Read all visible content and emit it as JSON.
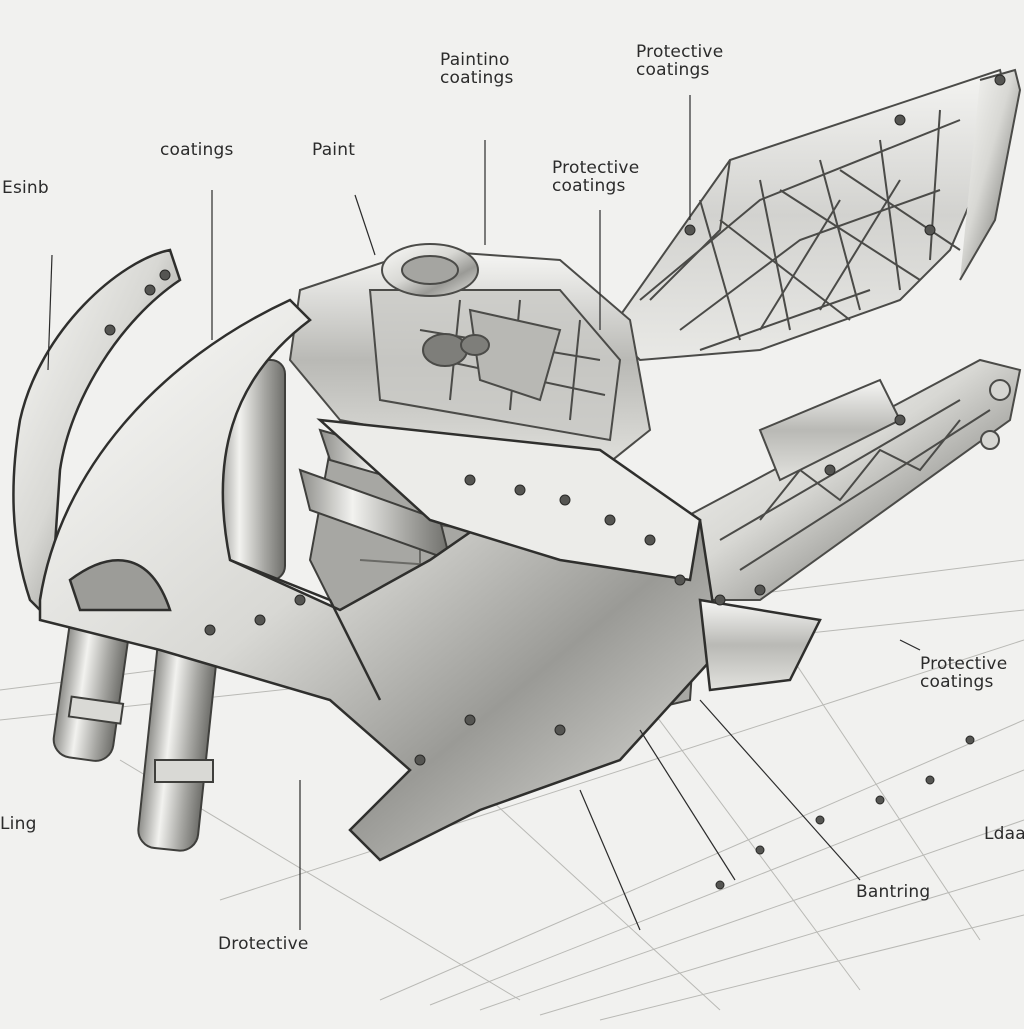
{
  "labels": {
    "painting_top": {
      "title1": "Paintino",
      "title2": "coatings"
    },
    "protective_top_right": {
      "title1": "Protective",
      "title2": "coatings"
    },
    "coatings_left": {
      "title1": "coatings"
    },
    "paint_center": {
      "title1": "Paint"
    },
    "protective_center": {
      "title1": "Protective",
      "title2": "coatings"
    },
    "esinb_left": {
      "title1": "Esinb"
    },
    "protective_right_mid": {
      "title1": "Protective",
      "title2": "coatings"
    },
    "ling_left": {
      "title1": "Ling"
    },
    "bantring_bottom_right": {
      "title1": "Bantring"
    },
    "ldaa_right": {
      "title1": "Ldaa"
    },
    "protective_bottom": {
      "title1": "Drotective"
    }
  },
  "colors": {
    "background": "#f1f1ef",
    "ink": "#2b2b2b",
    "metal_light": "#e9e9e6",
    "metal_dark": "#6d6d6a"
  }
}
